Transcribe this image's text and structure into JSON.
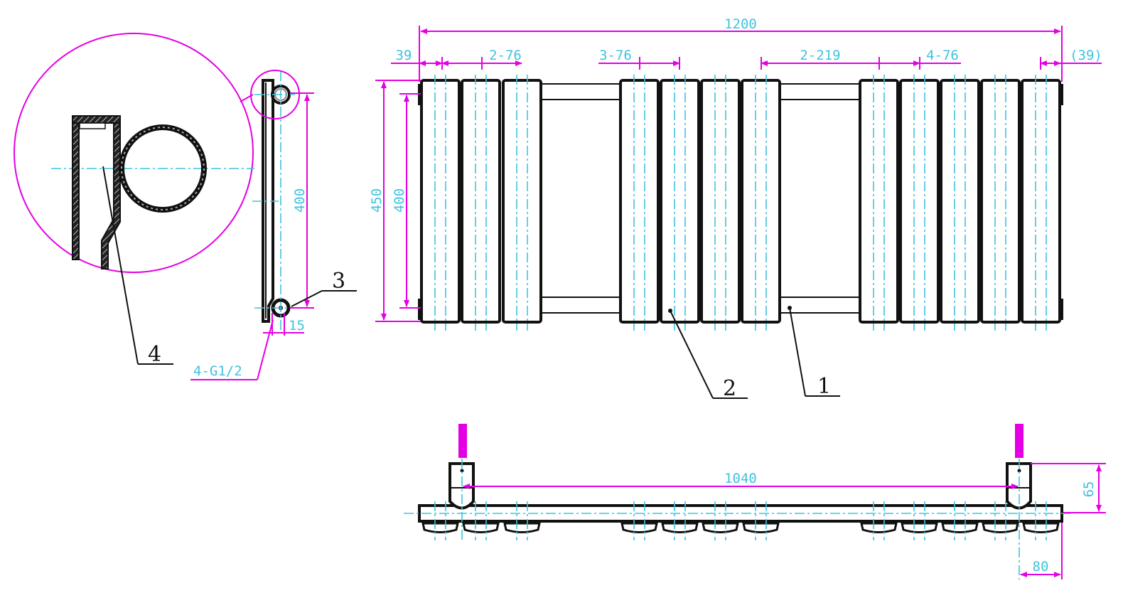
{
  "colors": {
    "dimension": "#e400e4",
    "text": "#3fc3dd",
    "centerline": "#3fc3dd",
    "outline": "#111111"
  },
  "dimensions": {
    "overall_width": "1200",
    "left_edge": "39",
    "right_edge": "(39)",
    "group_a_spacing": "2-76",
    "group_b_spacing": "3-76",
    "gap_spacing": "2-219",
    "group_c_spacing": "4-76",
    "height_outer": "450",
    "height_inner": "400",
    "side_height": "400",
    "side_pipe": "15",
    "thread": "4-G1/2",
    "bracket_spacing": "1040",
    "wall_height": "65",
    "wall_offset": "80"
  },
  "callouts": {
    "c1": "1",
    "c2": "2",
    "c3": "3",
    "c4": "4"
  },
  "icons": [
    "detail-circle-icon",
    "pipe-section-icon",
    "bracket-icon"
  ]
}
